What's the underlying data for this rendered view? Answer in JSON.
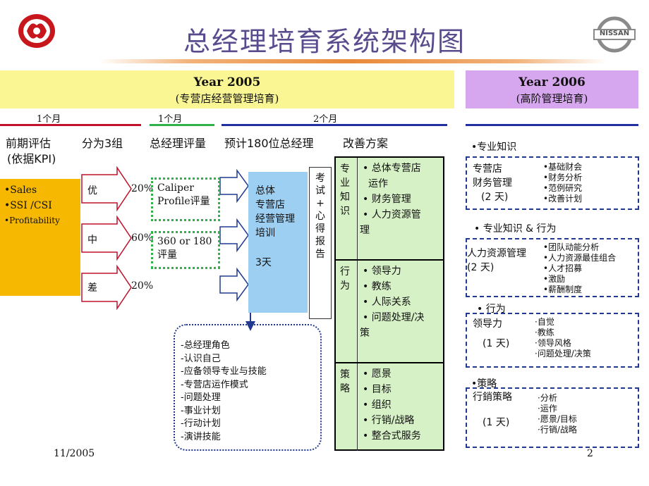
{
  "header": {
    "title": "总经理培育系统架构图",
    "left_logo": "dongfeng-logo",
    "right_logo": "NISSAN"
  },
  "year2005": {
    "title": "Year 2005",
    "subtitle": "(专营店经营管理培育)"
  },
  "year2006": {
    "title": "Year 2006",
    "subtitle": "(高阶管理培育)"
  },
  "timeline": {
    "m1": "1个月",
    "m2": "1个月",
    "m3": "2个月"
  },
  "columns": {
    "c1a": "前期评估",
    "c1b": "(依据KPI)",
    "c2": "分为3组",
    "c3": "总经理评量",
    "c4": "预计180位总经理",
    "c5": "改善方案"
  },
  "kpi": {
    "a": "•Sales",
    "b": "•SSI /CSI",
    "c": "•Profitability"
  },
  "groups": [
    {
      "label": "优",
      "pct": "20%"
    },
    {
      "label": "中",
      "pct": "60%"
    },
    {
      "label": "差",
      "pct": "20%"
    }
  ],
  "eval": {
    "caliper1": "Caliper",
    "caliper2": "Profile评量",
    "e360a": "360 or 180",
    "e360b": "评量"
  },
  "training": {
    "l1": "总体",
    "l2": "专营店",
    "l3": "经营管理",
    "l4": "培训",
    "days": "3天"
  },
  "exam": {
    "chars": [
      "考",
      "试",
      "+",
      "心",
      "得",
      "报",
      "告"
    ]
  },
  "improve": {
    "s1": {
      "label": [
        "专",
        "业",
        "知",
        "识"
      ],
      "items": [
        "• 总体专营店",
        "运作",
        "• 财务管理",
        "• 人力资源管",
        "理"
      ]
    },
    "s2": {
      "label": [
        "行",
        "为"
      ],
      "items": [
        "• 领导力",
        "• 教练",
        "• 人际关系",
        "• 问题处理/决",
        "策"
      ]
    },
    "s3": {
      "label": [
        "策",
        "略"
      ],
      "items": [
        "• 愿景",
        "• 目标",
        "• 组织",
        "• 行销/战略",
        "• 整合式服务"
      ]
    }
  },
  "role": {
    "items": [
      "-总经理角色",
      "-认识自己",
      "-应备领导专业与技能",
      "-专营店运作模式",
      "-问题处理",
      "-事业计划",
      "-行动计划",
      "-演讲技能"
    ]
  },
  "r1": {
    "title": "•专业知识",
    "l1": "专营店",
    "l2": "财务管理",
    "days": "(2 天)",
    "items": [
      "•基础财会",
      "•财务分析",
      "•范例研究",
      "•改善计划"
    ]
  },
  "r2": {
    "title": "• 专业知识 & 行为",
    "l1": "人力资源管理",
    "days": "(2 天)",
    "items": [
      "•团队动能分析",
      "•人力资源最佳组合",
      "•人才招募",
      "•激励",
      "•薪酬制度"
    ]
  },
  "r3": {
    "title": "• 行为",
    "l1": "领导力",
    "days": "(1 天)",
    "items": [
      "·自觉",
      "·教练",
      "·领导风格",
      "·问题处理/决策"
    ]
  },
  "r4": {
    "title": "•策略",
    "l1": "行銷策略",
    "days": "(1 天)",
    "items": [
      "·分析",
      "·运作",
      "·愿景/目标",
      "·行销/战略"
    ]
  },
  "footer": {
    "date": "11/2005",
    "page": "2"
  },
  "colors": {
    "yellow": "#faf694",
    "purple": "#d6a6ee",
    "orange": "#f6b800",
    "blue": "#9dcff2",
    "green": "#d7f1c6",
    "navy": "#213a8f"
  }
}
